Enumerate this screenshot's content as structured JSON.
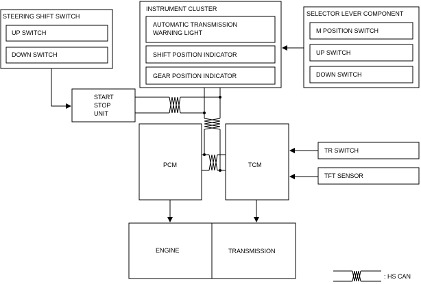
{
  "steering_shift_switch": {
    "title": "STEERING SHIFT SWITCH",
    "up": "UP SWITCH",
    "down": "DOWN SWITCH"
  },
  "instrument_cluster": {
    "title": "INSTRUMENT CLUSTER",
    "at_warning_line1": "AUTOMATIC TRANSMISSION",
    "at_warning_line2": "WARNING LIGHT",
    "shift_position": "SHIFT POSITION INDICATOR",
    "gear_position": "GEAR POSITION INDICATOR"
  },
  "selector_lever": {
    "title": "SELECTOR LEVER COMPONENT",
    "m_position": "M POSITION SWITCH",
    "up": "UP SWITCH",
    "down": "DOWN SWITCH"
  },
  "start_stop": {
    "line1": "START",
    "line2": "STOP",
    "line3": "UNIT"
  },
  "pcm": "PCM",
  "tcm": "TCM",
  "tr_switch": "TR SWITCH",
  "tft_sensor": "TFT SENSOR",
  "engine": "ENGINE",
  "transmission": "TRANSMISSION",
  "legend": {
    "hs_can": ": HS CAN"
  }
}
